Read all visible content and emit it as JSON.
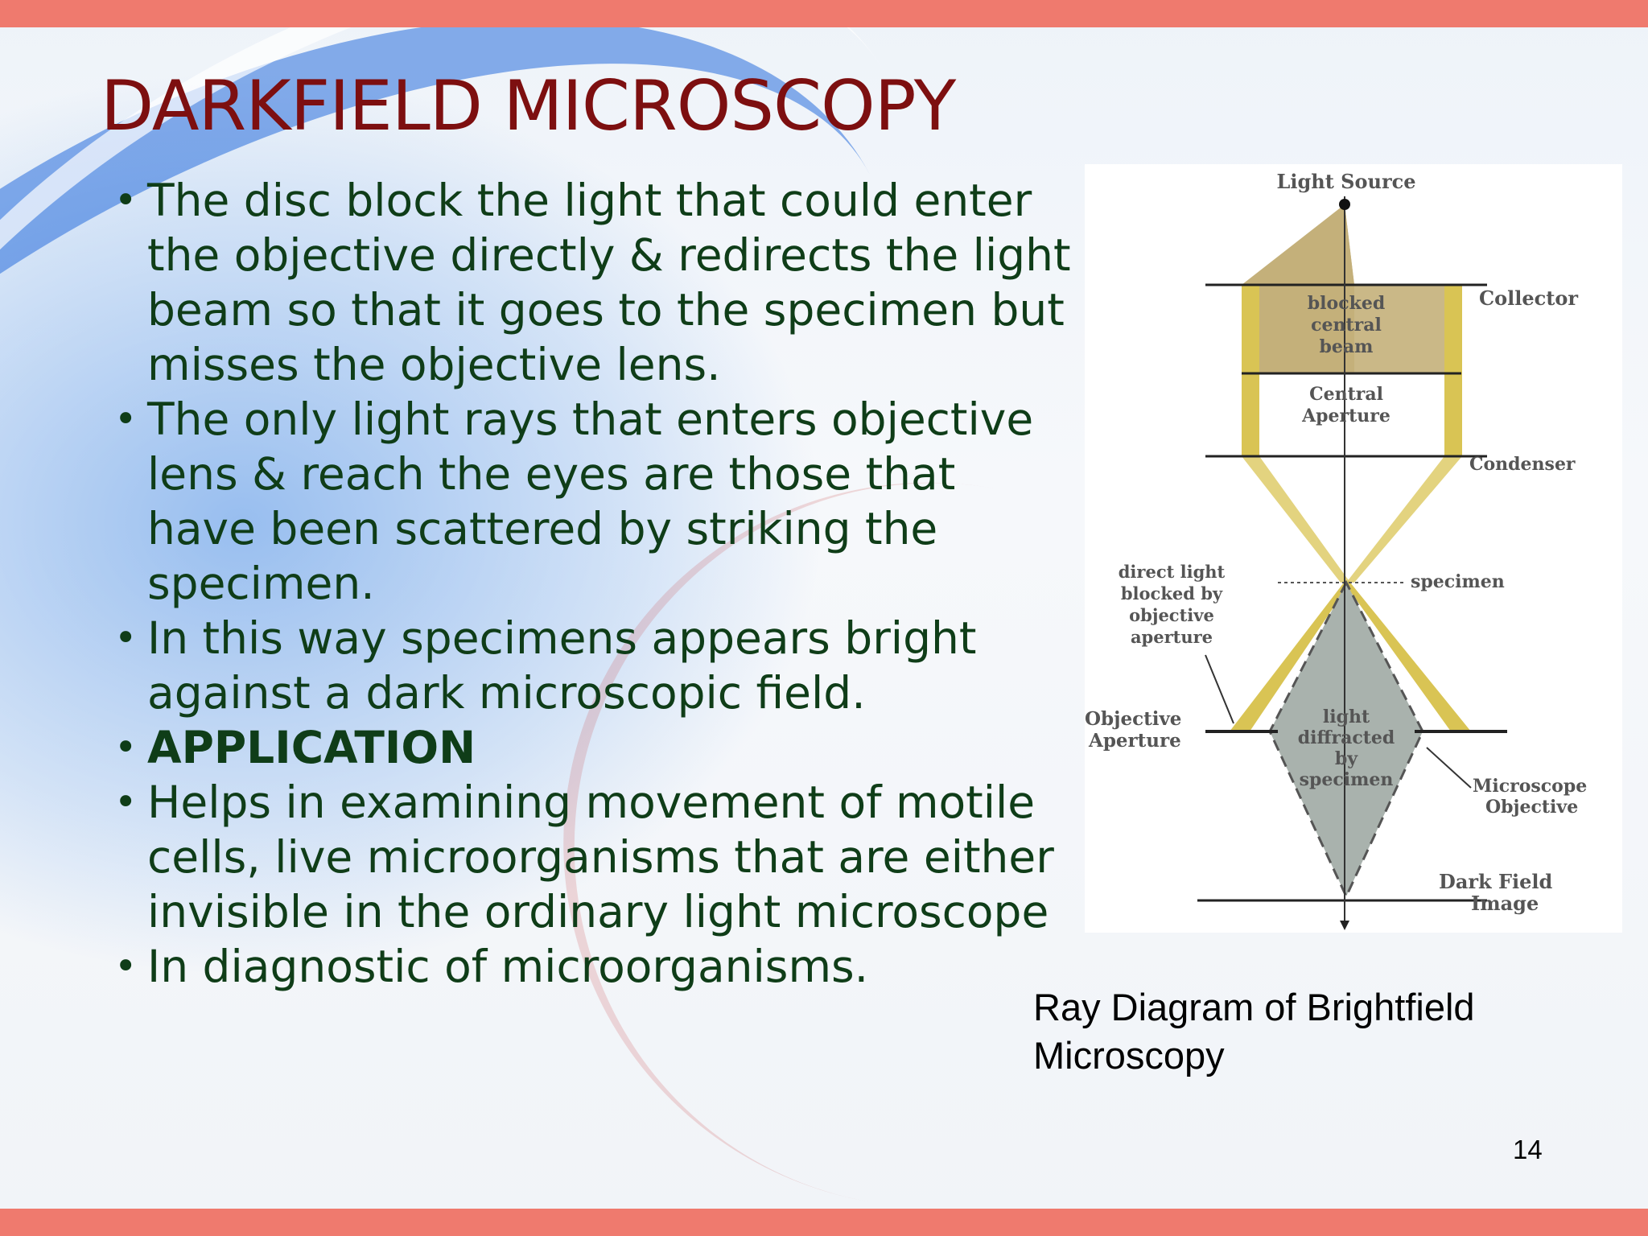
{
  "slide": {
    "title": "DARKFIELD MICROSCOPY",
    "page_number": "14",
    "bullets": [
      {
        "text": "The disc block the light that could enter the objective directly & redirects the light beam so that it goes to the specimen but misses the objective lens.",
        "bold": false
      },
      {
        "text": "The only light rays that enters objective lens & reach the eyes are those that have been scattered by striking the specimen.",
        "bold": false
      },
      {
        "text": "In this way specimens appears bright against a dark microscopic field.",
        "bold": false
      },
      {
        "text": "APPLICATION",
        "bold": true
      },
      {
        "text": "Helps in examining movement of motile cells, live microorganisms that are either invisible in the ordinary light microscope",
        "bold": false
      },
      {
        "text": "In diagnostic of microorganisms.",
        "bold": false
      }
    ],
    "bullet_glyph": "•",
    "caption_line1": "Ray Diagram of Brightfield",
    "caption_line2": "Microscopy"
  },
  "diagram": {
    "labels": {
      "light_source": "Light Source",
      "collector": "Collector",
      "blocked_1": "blocked",
      "blocked_2": "central",
      "blocked_3": "beam",
      "central_1": "Central",
      "central_2": "Aperture",
      "condenser": "Condenser",
      "direct_1": "direct light",
      "direct_2": "blocked by",
      "direct_3": "objective",
      "direct_4": "aperture",
      "specimen": "specimen",
      "objective_1": "Objective",
      "objective_2": "Aperture",
      "light_1": "light",
      "light_2": "diffracted",
      "light_3": "by",
      "light_4": "specimen",
      "microscope_1": "Microscope",
      "microscope_2": "Objective",
      "dark_1": "Dark Field",
      "dark_2": "Image"
    }
  },
  "colors": {
    "title": "#7d0f10",
    "bullet_text": "#0f3d18",
    "accent_bar": "#ef7a6e",
    "beam_tan": "#c4b07a",
    "beam_yellow": "#d9c454",
    "cone_gray": "#a9b2ad"
  }
}
